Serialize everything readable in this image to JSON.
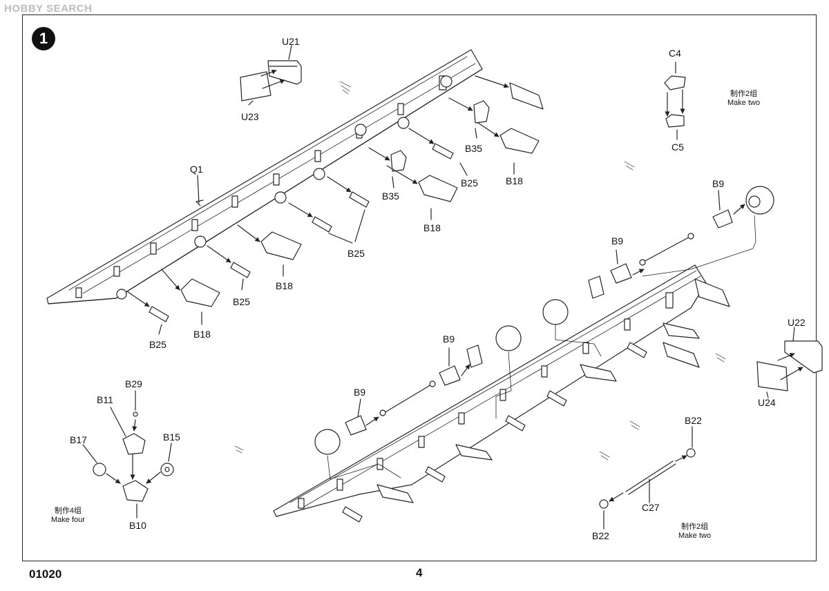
{
  "watermark": "HOBBY SEARCH",
  "step_number": "1",
  "footer": {
    "code": "01020",
    "page": "4"
  },
  "parts": [
    {
      "id": "U21",
      "label": "U21"
    },
    {
      "id": "U23",
      "label": "U23"
    },
    {
      "id": "Q1",
      "label": "Q1"
    },
    {
      "id": "B35a",
      "label": "B35"
    },
    {
      "id": "B35b",
      "label": "B35"
    },
    {
      "id": "B25a",
      "label": "B25"
    },
    {
      "id": "B25b",
      "label": "B25"
    },
    {
      "id": "B25c",
      "label": "B25"
    },
    {
      "id": "B25d",
      "label": "B25"
    },
    {
      "id": "B18a",
      "label": "B18"
    },
    {
      "id": "B18b",
      "label": "B18"
    },
    {
      "id": "B18c",
      "label": "B18"
    },
    {
      "id": "B18d",
      "label": "B18"
    },
    {
      "id": "C4",
      "label": "C4"
    },
    {
      "id": "C5",
      "label": "C5"
    },
    {
      "id": "B9a",
      "label": "B9"
    },
    {
      "id": "B9b",
      "label": "B9"
    },
    {
      "id": "B9c",
      "label": "B9"
    },
    {
      "id": "B9d",
      "label": "B9"
    },
    {
      "id": "U22",
      "label": "U22"
    },
    {
      "id": "U24",
      "label": "U24"
    },
    {
      "id": "B29",
      "label": "B29"
    },
    {
      "id": "B11",
      "label": "B11"
    },
    {
      "id": "B17",
      "label": "B17"
    },
    {
      "id": "B15",
      "label": "B15"
    },
    {
      "id": "B10",
      "label": "B10"
    },
    {
      "id": "B22a",
      "label": "B22"
    },
    {
      "id": "B22b",
      "label": "B22"
    },
    {
      "id": "C27",
      "label": "C27"
    }
  ],
  "notes": [
    {
      "id": "make-two-top",
      "cn": "制作2组",
      "en": "Make two"
    },
    {
      "id": "make-four",
      "cn": "制作4组",
      "en": "Make four"
    },
    {
      "id": "make-two-bottom",
      "cn": "制作2组",
      "en": "Make two"
    }
  ]
}
